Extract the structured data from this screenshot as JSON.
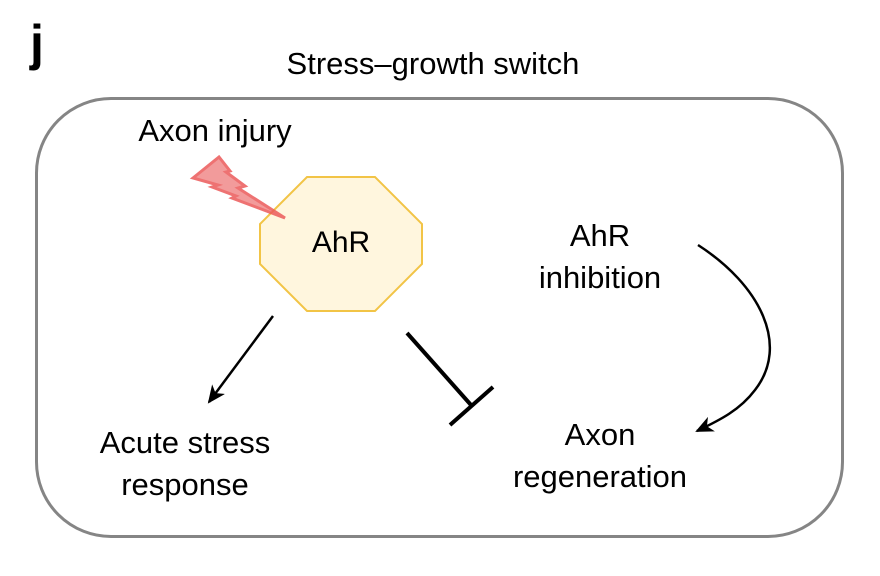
{
  "panel_letter": "j",
  "title": "Stress–growth switch",
  "nodes": {
    "stimulus": {
      "label": "Axon injury",
      "icon": "lightning-bolt-icon"
    },
    "receptor": {
      "label": "AhR",
      "shape": "octagon"
    },
    "intervention": {
      "line1": "AhR",
      "line2": "inhibition"
    },
    "outcome_stress": {
      "line1": "Acute stress",
      "line2": "response"
    },
    "outcome_growth": {
      "line1": "Axon",
      "line2": "regeneration"
    }
  },
  "edges": [
    {
      "from": "Axon injury",
      "to": "AhR",
      "type": "stimulus"
    },
    {
      "from": "AhR",
      "to": "Acute stress response",
      "type": "activation"
    },
    {
      "from": "AhR",
      "to": "Axon regeneration",
      "type": "inhibition"
    },
    {
      "from": "AhR inhibition",
      "to": "Axon regeneration",
      "type": "activation"
    }
  ],
  "colors": {
    "frame_stroke": "#858585",
    "octagon_fill": "#FFF6DE",
    "octagon_stroke": "#F2C446",
    "bolt_fill": "#F08A8A",
    "bolt_stroke": "#EC5A5A",
    "edge_stroke": "#000000"
  }
}
